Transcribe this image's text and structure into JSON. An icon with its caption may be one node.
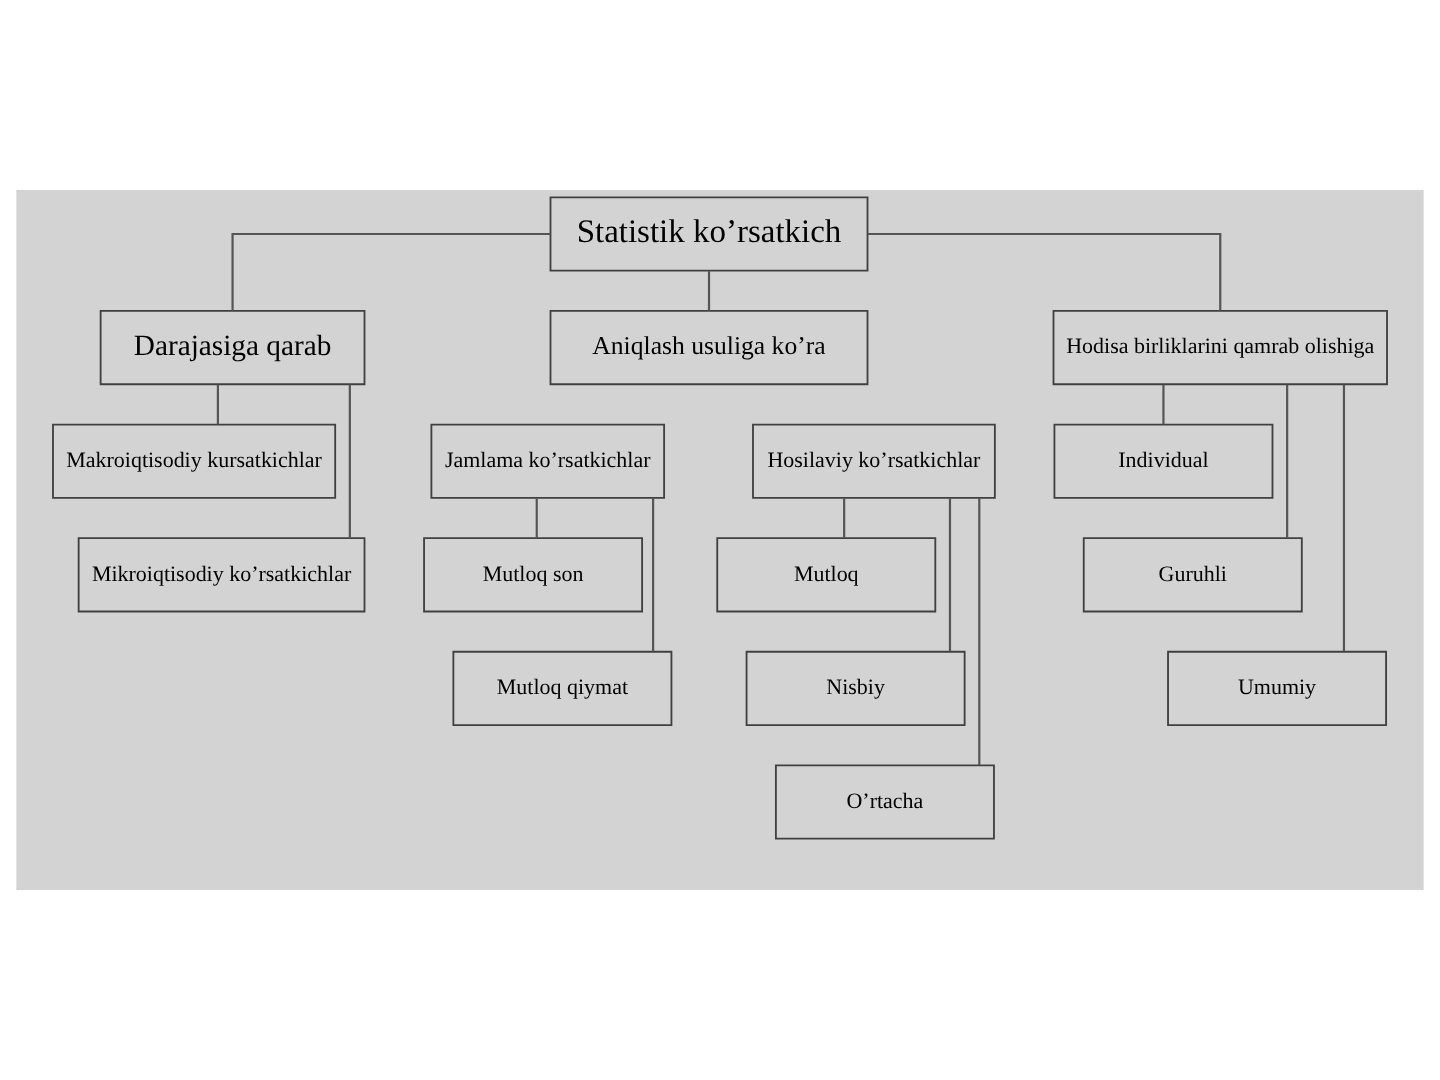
{
  "diagram": {
    "nodes": [
      {
        "text": [
          "Statistik ko’rsatkich"
        ]
      },
      {
        "text": [
          "Darajasiga qarab"
        ]
      },
      {
        "text": [
          "Aniqlash usuliga ko’ra"
        ]
      },
      {
        "text": [
          "Hodisa birliklarini qamrab olishiga"
        ]
      },
      {
        "text": [
          "Makroiqtisodiy kursatkichlar"
        ]
      },
      {
        "text": [
          "Mikroiqtisodiy ko’rsatkichlar"
        ]
      },
      {
        "text": [
          "Jamlama ko’rsatkichlar"
        ]
      },
      {
        "text": [
          "Mutloq son"
        ]
      },
      {
        "text": [
          "Mutloq qiymat"
        ]
      },
      {
        "text": [
          "Hosilaviy ko’rsatkichlar"
        ]
      },
      {
        "text": [
          "Mutloq"
        ]
      },
      {
        "text": [
          "Nisbiy"
        ]
      },
      {
        "text": [
          "O’rtacha"
        ]
      },
      {
        "text": [
          "Individual"
        ]
      },
      {
        "text": [
          "Guruhli"
        ]
      },
      {
        "text": [
          "Umumiy"
        ]
      }
    ],
    "edges": [
      {
        "from": 0,
        "to": 1,
        "arrow": "none"
      },
      {
        "from": 0,
        "to": 2,
        "arrow": "none"
      },
      {
        "from": 0,
        "to": 3,
        "arrow": "none"
      },
      {
        "from": 1,
        "to": 4,
        "arrow": "none"
      },
      {
        "from": 1,
        "to": 5,
        "arrow": "none"
      },
      {
        "from": 6,
        "to": 7,
        "arrow": "none"
      },
      {
        "from": 6,
        "to": 8,
        "arrow": "none"
      },
      {
        "from": 9,
        "to": 10,
        "arrow": "none"
      },
      {
        "from": 9,
        "to": 11,
        "arrow": "none"
      },
      {
        "from": 9,
        "to": 12,
        "arrow": "none"
      },
      {
        "from": 3,
        "to": 13,
        "arrow": "none"
      },
      {
        "from": 3,
        "to": 14,
        "arrow": "none"
      },
      {
        "from": 3,
        "to": 15,
        "arrow": "none"
      }
    ]
  }
}
